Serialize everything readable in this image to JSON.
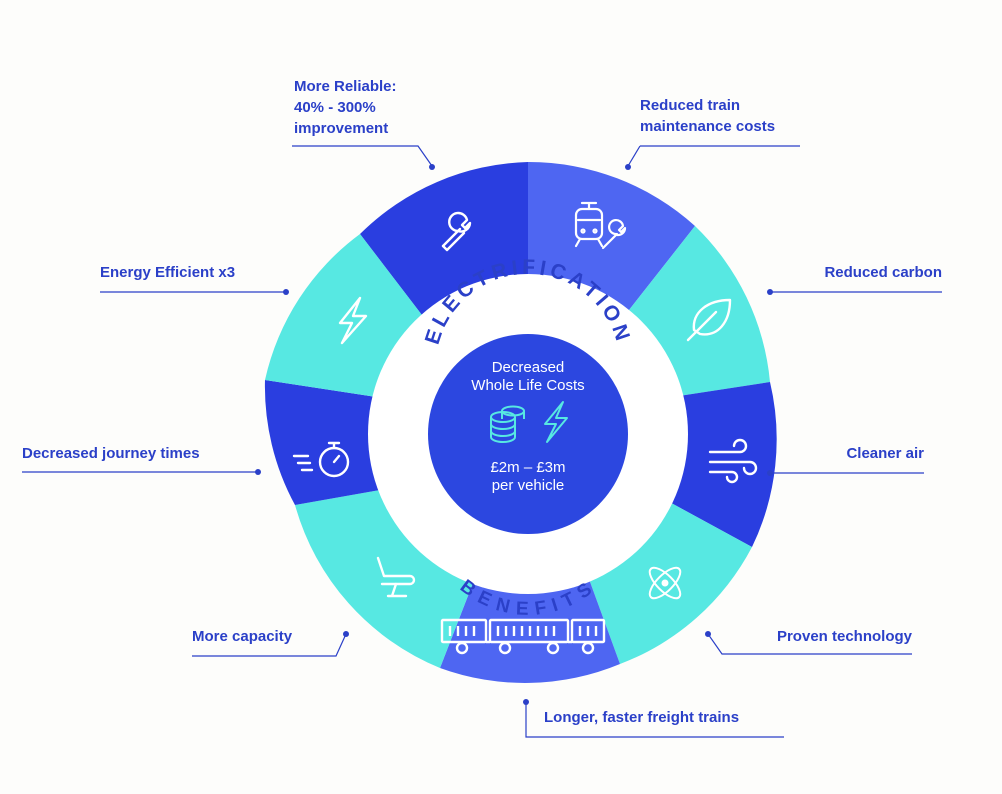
{
  "diagram": {
    "ring_top_text": "ELECTRIFICATION",
    "ring_bottom_text": "BENEFITS",
    "center": {
      "line1": "Decreased",
      "line2": "Whole Life Costs",
      "value1": "£2m – £3m",
      "value2": "per vehicle",
      "icons": [
        "coins-icon",
        "lightning-bolt-icon"
      ]
    },
    "benefits": [
      {
        "label": "More Reliable:\n40% - 300%\nimprovement",
        "icon": "wrench-icon"
      },
      {
        "label": "Reduced train\nmaintenance costs",
        "icon": "train-repair-icon"
      },
      {
        "label": "Reduced carbon",
        "icon": "leaf-icon"
      },
      {
        "label": "Cleaner air",
        "icon": "wind-icon"
      },
      {
        "label": "Proven technology",
        "icon": "atom-icon"
      },
      {
        "label": "Longer, faster freight trains",
        "icon": "freight-train-icon"
      },
      {
        "label": "More capacity",
        "icon": "seat-icon"
      },
      {
        "label": "Decreased journey times",
        "icon": "stopwatch-icon"
      },
      {
        "label": "Energy Efficient x3",
        "icon": "lightning-bolt-icon"
      }
    ],
    "colors": {
      "dark_blue": "#2a3ee0",
      "mid_blue": "#4e66f2",
      "aqua": "#57e8e2",
      "center_blue": "#2c47e0",
      "text_blue": "#2b40c8",
      "ring_white": "#ffffff"
    }
  }
}
